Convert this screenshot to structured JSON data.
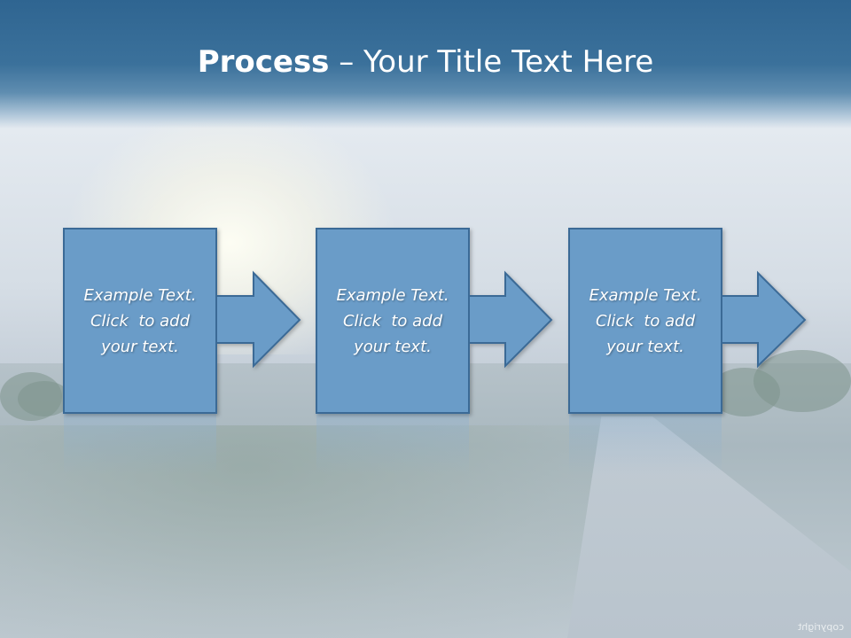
{
  "slide": {
    "title_bold": "Process",
    "title_rest": " – Your Title Text Here"
  },
  "steps": [
    {
      "line1": "Example Text.",
      "line2": "Click  to add",
      "line3": "your text."
    },
    {
      "line1": "Example Text.",
      "line2": "Click  to add",
      "line3": "your text."
    },
    {
      "line1": "Example Text.",
      "line2": "Click  to add",
      "line3": "your text."
    }
  ],
  "watermark": "copyright",
  "colors": {
    "header": "#2f6591",
    "box_fill": "#6a9cc8",
    "box_border": "#3b6a96",
    "text": "#ffffff"
  }
}
